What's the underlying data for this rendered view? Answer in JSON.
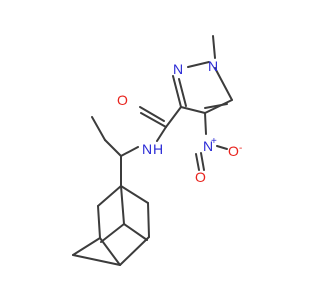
{
  "molecule": {
    "colors": {
      "bond": "#3c3c3c",
      "nitrogen": "#2b2bd6",
      "oxygen": "#e8231d"
    },
    "labels": {
      "amide_n": "N",
      "amide_h": "H",
      "amide_o": "O",
      "ring_n1": "N",
      "ring_n2": "N",
      "nitro_n": "N",
      "nitro_plus": "+",
      "nitro_o1": "O",
      "nitro_o2": "O",
      "nitro_minus": "-"
    }
  }
}
